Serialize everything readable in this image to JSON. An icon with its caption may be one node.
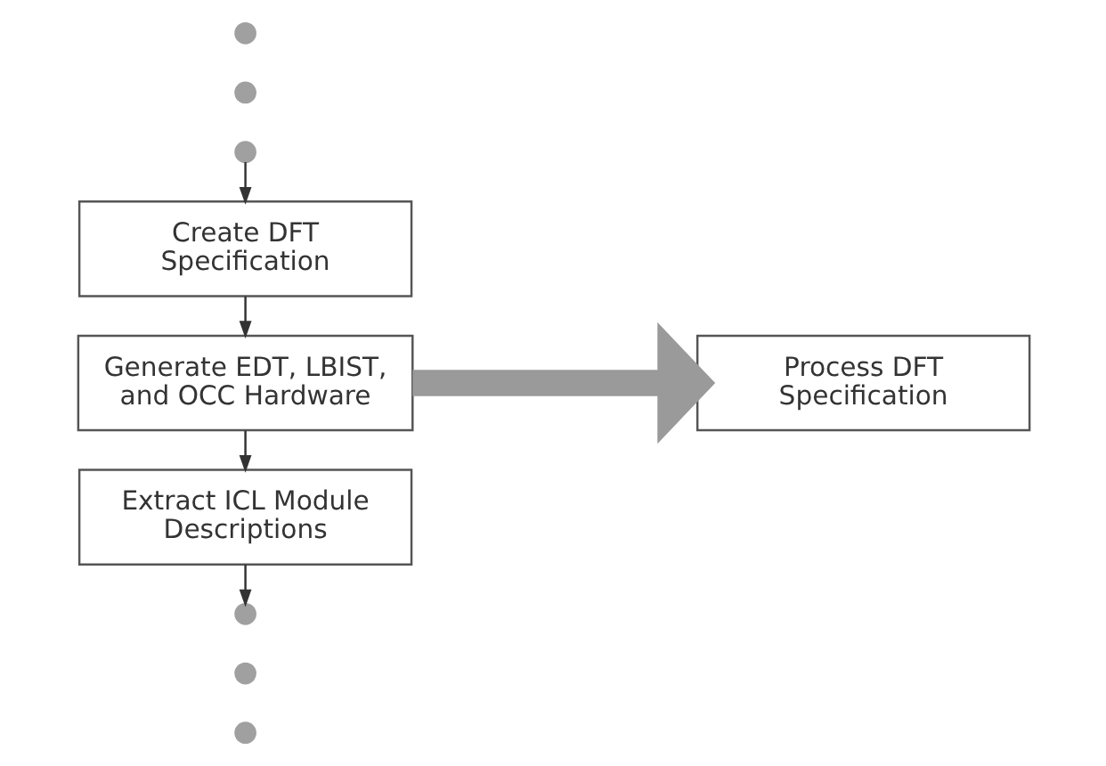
{
  "diagram": {
    "nodes": [
      {
        "text": [],
        "shape": "circle"
      },
      {
        "text": [],
        "shape": "circle"
      },
      {
        "text": [],
        "shape": "circle"
      },
      {
        "text": [
          "Create DFT Specification"
        ]
      },
      {
        "text": [
          "Generate EDT, LBIST, and OCC Hardware"
        ]
      },
      {
        "text": [
          "Extract ICL Module Descriptions"
        ]
      },
      {
        "text": [],
        "shape": "circle"
      },
      {
        "text": [],
        "shape": "circle"
      },
      {
        "text": [],
        "shape": "circle"
      },
      {
        "text": [
          "Process DFT Specification"
        ]
      }
    ],
    "edges": [
      {
        "from": 2,
        "to": 3,
        "arrow": "to"
      },
      {
        "from": 3,
        "to": 4,
        "arrow": "to"
      },
      {
        "from": 4,
        "to": 5,
        "arrow": "to"
      },
      {
        "from": 5,
        "to": 6,
        "arrow": "to"
      },
      {
        "from": 4,
        "to": 9,
        "arrow": "to",
        "style": "thick",
        "color": "#9a9a9a"
      }
    ]
  }
}
